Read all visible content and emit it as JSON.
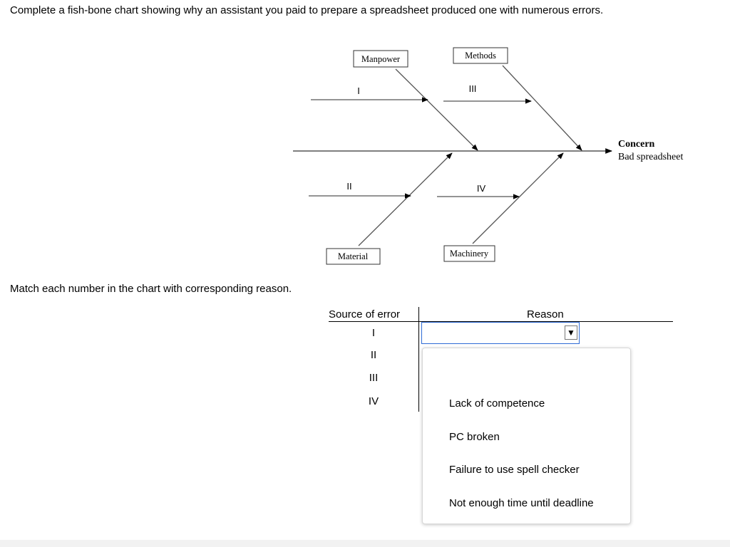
{
  "question": "Complete a fish-bone chart showing why an assistant you paid to prepare a spreadsheet produced one with numerous errors.",
  "instruction": "Match each number in the chart with corresponding reason.",
  "diagram": {
    "categories": [
      "Manpower",
      "Methods",
      "Material",
      "Machinery"
    ],
    "numerals": [
      "I",
      "III",
      "II",
      "IV"
    ],
    "concern_title": "Concern",
    "concern_text": "Bad spreadsheet"
  },
  "table": {
    "source_header": "Source of error",
    "reason_header": "Reason",
    "rows": [
      "I",
      "II",
      "III",
      "IV"
    ]
  },
  "select": {
    "value": "",
    "arrow": "▼"
  },
  "dropdown": {
    "options": [
      "Lack of competence",
      "PC broken",
      "Failure to use spell checker",
      "Not enough time until deadline"
    ]
  }
}
